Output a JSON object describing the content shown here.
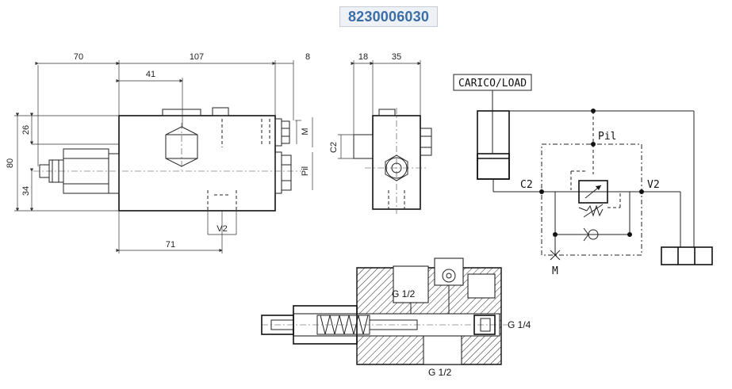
{
  "part_number": "8230006030",
  "side_view": {
    "dims": {
      "d70": "70",
      "d107": "107",
      "d8": "8",
      "d41": "41",
      "d71": "71",
      "d80": "80",
      "d26": "26",
      "d34": "34"
    },
    "ports": {
      "m": "M",
      "pil": "Pil",
      "v2": "V2"
    }
  },
  "end_view": {
    "dims": {
      "d18": "18",
      "d35": "35"
    },
    "ports": {
      "c2": "C2"
    }
  },
  "schematic": {
    "load_label": "CARICO/LOAD",
    "pil": "Pil",
    "c2": "C2",
    "v2": "V2",
    "m": "M"
  },
  "section_view": {
    "threads": {
      "top": "G 1/2",
      "right": "G 1/4",
      "bottom": "G 1/2"
    }
  }
}
